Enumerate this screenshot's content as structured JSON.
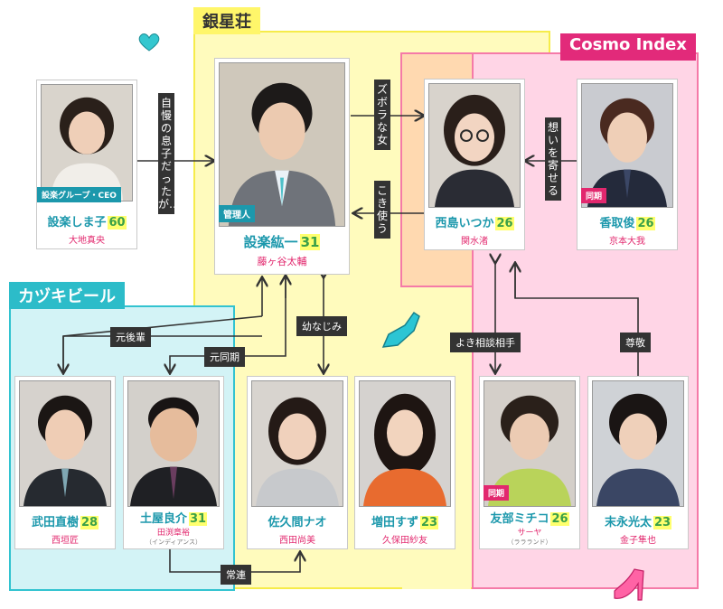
{
  "colors": {
    "teal": "#1c98ac",
    "pink": "#e2286e",
    "zone_yellow": "#fffbbd",
    "zone_pink": "#ffd5e6",
    "zone_teal": "#d3f3f6",
    "age_bg": "#ffff6e",
    "label_bg": "#333333"
  },
  "groups": {
    "ginseiso": "銀星荘",
    "cosmo": "Cosmo Index",
    "kajiki": "カヅキビール"
  },
  "people": {
    "shimako": {
      "role_badge": "設楽グループ・CEO",
      "name": "設楽しま子",
      "age": "60",
      "actor": "大地真央"
    },
    "koichi": {
      "role_badge": "管理人",
      "name": "設楽紘一",
      "age": "31",
      "actor": "藤ヶ谷太輔"
    },
    "itsuka": {
      "name": "西島いつか",
      "age": "26",
      "actor": "関水渚"
    },
    "shun": {
      "role_badge": "同期",
      "name": "香取俊",
      "age": "26",
      "actor": "京本大我"
    },
    "naoki": {
      "name": "武田直樹",
      "age": "28",
      "actor": "西垣匠"
    },
    "ryosuke": {
      "name": "土屋良介",
      "age": "31",
      "actor": "田渕章裕",
      "actor_note": "（インディアンス）"
    },
    "nao": {
      "name": "佐久間ナオ",
      "age": "",
      "actor": "西田尚美"
    },
    "suzu": {
      "name": "増田すず",
      "age": "23",
      "actor": "久保田紗友"
    },
    "michiko": {
      "role_badge": "同期",
      "name": "友部ミチコ",
      "age": "26",
      "actor": "サーヤ",
      "actor_note": "（ララランド）"
    },
    "kota": {
      "name": "末永光太",
      "age": "23",
      "actor": "金子隼也"
    }
  },
  "relations": {
    "shimako_koichi": "自慢の息子だったが…",
    "koichi_itsuka": "ズボラな女",
    "itsuka_koichi": "こき使う",
    "shun_itsuka": "想いを寄せる",
    "osananajimi": "幼なじみ",
    "motokohai": "元後輩",
    "motodouki": "元同期",
    "yoki_soudan": "よき相談相手",
    "sonkei": "尊敬",
    "joren": "常連"
  }
}
